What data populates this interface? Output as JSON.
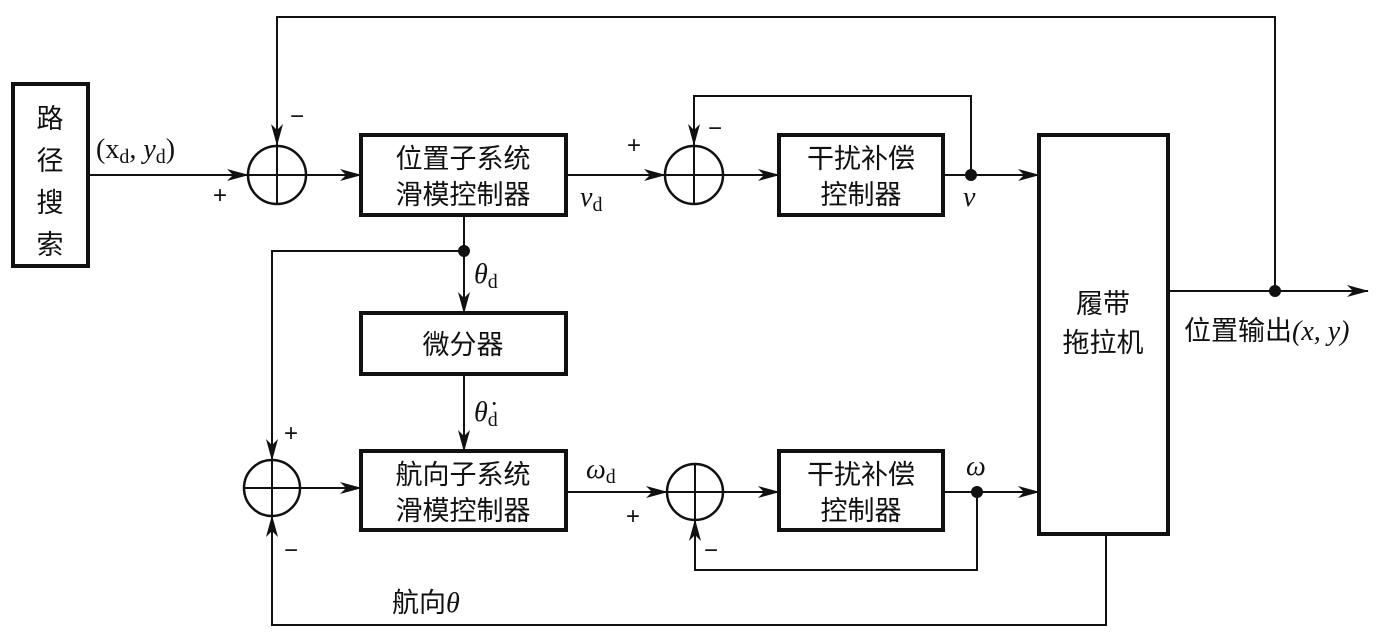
{
  "diagram": {
    "type": "control block diagram",
    "blocks": {
      "path_search": {
        "lines": [
          "路",
          "径",
          "搜",
          "索"
        ]
      },
      "position_controller": {
        "lines": [
          "位置子系统",
          "滑模控制器"
        ]
      },
      "disturbance_v": {
        "lines": [
          "干扰补偿",
          "控制器"
        ]
      },
      "differentiator": {
        "lines": [
          "微分器"
        ]
      },
      "heading_controller": {
        "lines": [
          "航向子系统",
          "滑模控制器"
        ]
      },
      "disturbance_w": {
        "lines": [
          "干扰补偿",
          "控制器"
        ]
      },
      "tractor": {
        "lines": [
          "履带",
          "拖拉机"
        ]
      }
    },
    "signals": {
      "xd_yd": {
        "main": "(x",
        "sub1": "d",
        "mid": ", y",
        "sub2": "d",
        "end": ")"
      },
      "vd": {
        "main": "v",
        "sub": "d"
      },
      "v": {
        "main": "v"
      },
      "theta_d": {
        "main": "θ",
        "sub": "d"
      },
      "theta_d_dot": {
        "main": "θ̇",
        "sub": "d"
      },
      "omega_d": {
        "main": "ω",
        "sub": "d"
      },
      "omega": {
        "main": "ω"
      },
      "heading": {
        "cn": "航向",
        "main": "θ"
      },
      "output": {
        "cn": "位置输出",
        "math": "(x, y)"
      }
    },
    "signs": {
      "plus": "+",
      "minus": "−"
    }
  }
}
